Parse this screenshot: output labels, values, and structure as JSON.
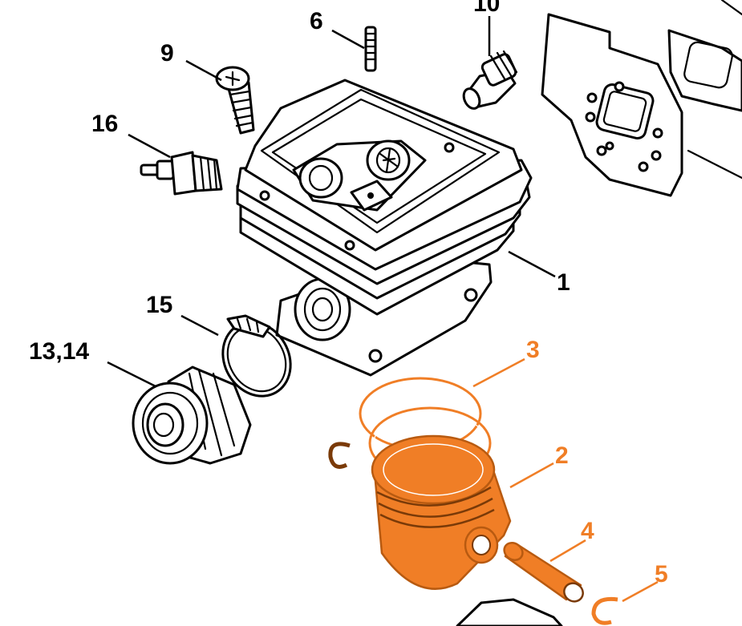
{
  "colors": {
    "accent": "#F07E26",
    "accent_dark": "#B85A10",
    "line": "#000000",
    "background": "#FFFFFF"
  },
  "callouts": {
    "c1": "1",
    "c2": "2",
    "c3": "3",
    "c4": "4",
    "c5": "5",
    "c6": "6",
    "c9": "9",
    "c10": "10",
    "c13_14": "13,14",
    "c15": "15",
    "c16": "16"
  }
}
